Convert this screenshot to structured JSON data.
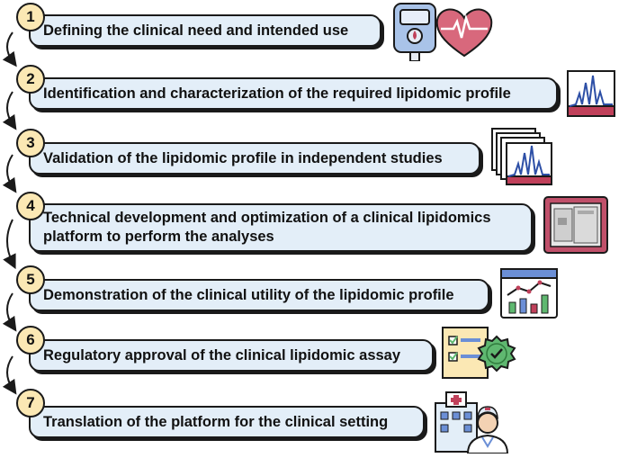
{
  "steps": [
    {
      "number": "1",
      "text": "Defining the clinical need and intended use"
    },
    {
      "number": "2",
      "text": "Identification and characterization of the required lipidomic profile"
    },
    {
      "number": "3",
      "text": "Validation of the lipidomic profile in independent studies"
    },
    {
      "number": "4",
      "text": "Technical development and optimization of a clinical lipidomics platform to perform the analyses"
    },
    {
      "number": "5",
      "text": "Demonstration of the clinical utility of the lipidomic profile"
    },
    {
      "number": "6",
      "text": "Regulatory approval of the clinical lipidomic assay"
    },
    {
      "number": "7",
      "text": "Translation of the platform for the clinical setting"
    }
  ],
  "icons": {
    "step1": "glucometer-heart-icon",
    "step2": "chromatogram-icon",
    "step3": "stacked-chromatograms-icon",
    "step4": "mass-spectrometer-icon",
    "step5": "line-bar-chart-icon",
    "step6": "checklist-approval-icon",
    "step7": "hospital-doctor-icon"
  },
  "colors": {
    "badge_fill": "#fbe8b4",
    "box_fill": "#e3eef8",
    "outline": "#1a1a1a",
    "chart_blue": "#6b8fd6",
    "accent_red": "#c0405a",
    "approval_green": "#5fb870"
  }
}
